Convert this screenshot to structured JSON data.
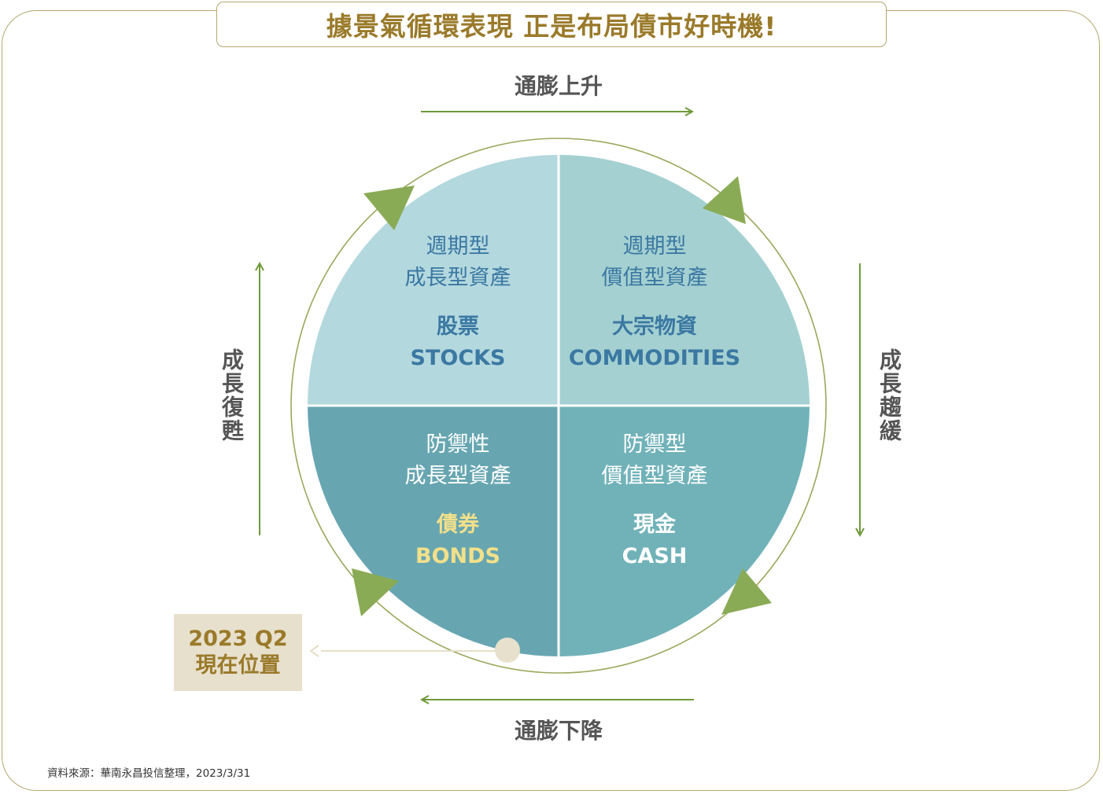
{
  "title": "據景氣循環表現 正是布局債市好時機!",
  "axes": {
    "top": "通膨上升",
    "bottom": "通膨下降",
    "left": "成長復甦",
    "right": "成長趨緩"
  },
  "quadrants": {
    "top_left": {
      "sub1": "週期型",
      "sub2": "成長型資產",
      "cn": "股票",
      "en": "STOCKS"
    },
    "top_right": {
      "sub1": "週期型",
      "sub2": "價值型資產",
      "cn": "大宗物資",
      "en": "COMMODITIES"
    },
    "bottom_left": {
      "sub1": "防禦性",
      "sub2": "成長型資產",
      "cn": "債券",
      "en": "BONDS"
    },
    "bottom_right": {
      "sub1": "防禦型",
      "sub2": "價值型資產",
      "cn": "現金",
      "en": "CASH"
    }
  },
  "position": {
    "line1": "2023 Q2",
    "line2": "現在位置"
  },
  "source": "資料來源：華南永昌投信整理，2023/3/31",
  "colors": {
    "frame": "#b5a66e",
    "title": "#9a7a2a",
    "quad_top_left": "#b3d8de",
    "quad_top_right": "#a4d0d1",
    "quad_bottom_left": "#67a6b1",
    "quad_bottom_right": "#71b2b9",
    "arrow_green": "#8aab55",
    "text_blue": "#3b78a2",
    "bonds_gold": "#f3e08a"
  }
}
